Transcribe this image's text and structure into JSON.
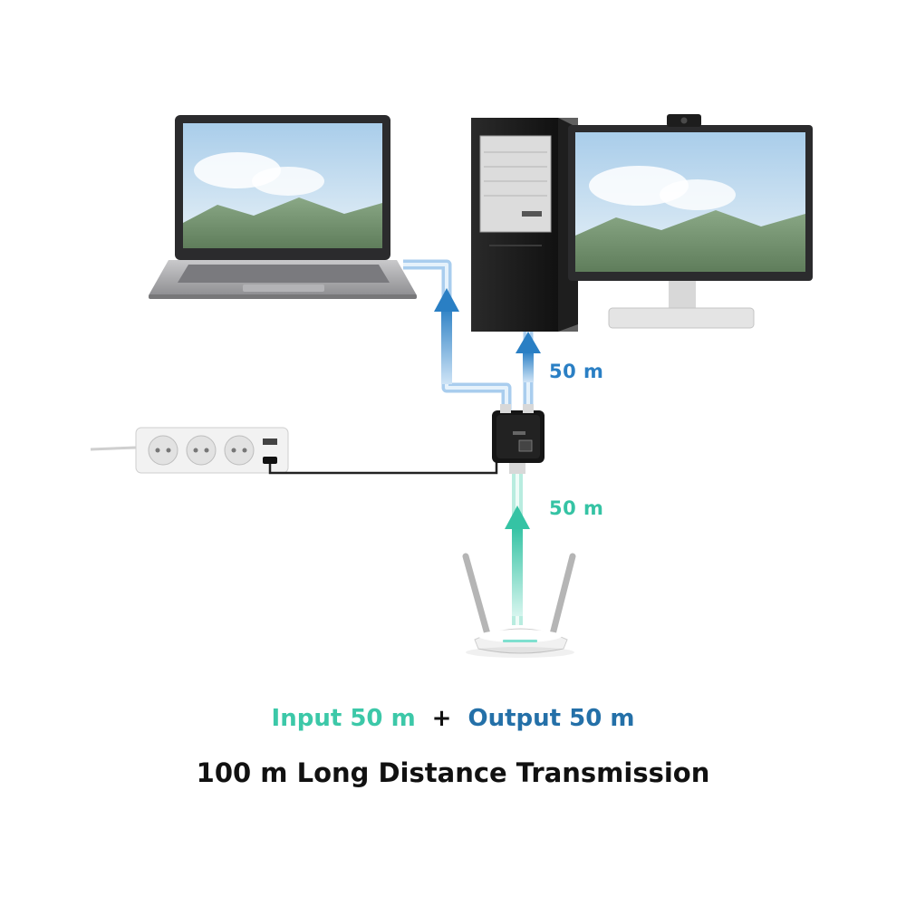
{
  "labels": {
    "output_segment": "50 m",
    "input_segment": "50 m"
  },
  "summary": {
    "input_text": "Input 50 m",
    "plus": "+",
    "output_text": "Output 50 m"
  },
  "caption": "100 m Long Distance Transmission",
  "colors": {
    "output_cable": "#7fb5e3",
    "output_arrow": "#2a7fc4",
    "input_cable": "#8ee3d0",
    "input_arrow": "#35c3a4",
    "summary_input": "#3cc8a8",
    "summary_output": "#2470a8"
  }
}
